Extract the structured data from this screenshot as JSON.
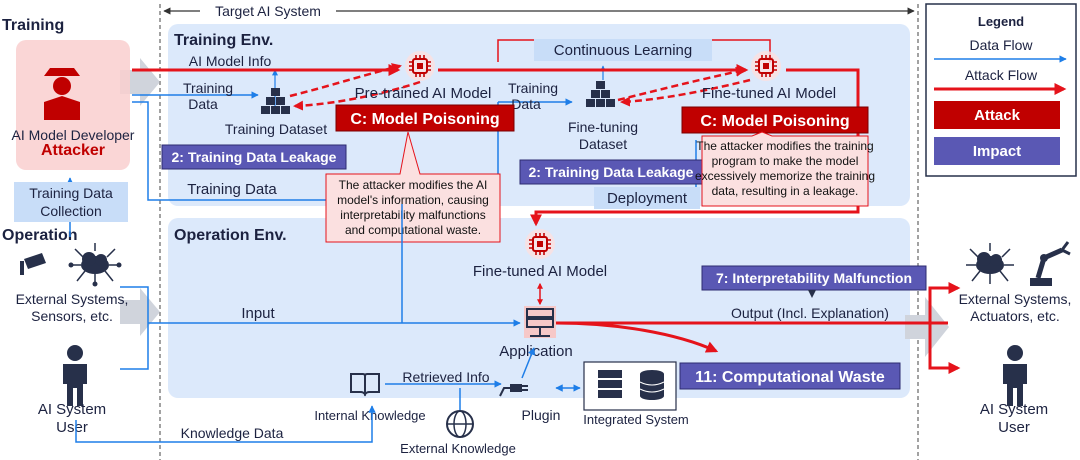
{
  "sections": {
    "training": "Training",
    "operation": "Operation",
    "target_system": "Target AI System",
    "training_env": "Training Env.",
    "operation_env": "Operation Env."
  },
  "legend": {
    "title": "Legend",
    "data_flow": "Data Flow",
    "attack_flow": "Attack Flow",
    "attack": "Attack",
    "impact": "Impact"
  },
  "actors": {
    "developer": "AI Model Developer",
    "attacker": "Attacker",
    "external_in": [
      "External Systems,",
      "Sensors, etc."
    ],
    "user_in": [
      "AI System",
      "User"
    ],
    "external_out": [
      "External Systems,",
      "Actuators, etc."
    ],
    "user_out": [
      "AI System",
      "User"
    ]
  },
  "labels": {
    "training_data_collection": [
      "Training Data",
      "Collection"
    ],
    "ai_model_info": "AI Model Info",
    "training_data_1": [
      "Training",
      "Data"
    ],
    "training_dataset": "Training Dataset",
    "pretrained_model": "Pre-trained AI Model",
    "training_data_2": [
      "Training",
      "Data"
    ],
    "finetuning_dataset": [
      "Fine-tuning",
      "Dataset"
    ],
    "finetuned_model_top": "Fine-tuned AI Model",
    "continuous_learning": "Continuous Learning",
    "training_data_bottom": "Training Data",
    "deployment": "Deployment",
    "finetuned_model_ops": "Fine-tuned AI Model",
    "input": "Input",
    "application": "Application",
    "output": "Output (Incl. Explanation)",
    "retrieved_info": "Retrieved Info",
    "internal_knowledge": "Internal Knowledge",
    "external_knowledge": "External Knowledge",
    "plugin": "Plugin",
    "integrated_system": "Integrated System",
    "knowledge_data": "Knowledge Data"
  },
  "attacks": {
    "poison_1": "C: Model Poisoning",
    "poison_2": "C: Model Poisoning"
  },
  "impacts": {
    "leak_1": "2: Training Data Leakage",
    "leak_2": "2: Training Data Leakage",
    "interp": "7: Interpretability Malfunction",
    "waste": "11: Computational Waste"
  },
  "callouts": {
    "c1": [
      "The attacker modifies the AI",
      "model's information, causing",
      "interpretability malfunctions",
      "and computational waste."
    ],
    "c2": [
      "The attacker modifies the training",
      "program to make the model",
      "excessively memorize the training",
      "data, resulting in a leakage."
    ]
  },
  "colors": {
    "attack_red": "#c00000",
    "impact_purple": "#5a58b4",
    "data_blue": "#1e7ee8",
    "env_bg": "#dce9fb",
    "label_bg": "#c8ddf8",
    "callout_bg": "#fbe0e0"
  }
}
